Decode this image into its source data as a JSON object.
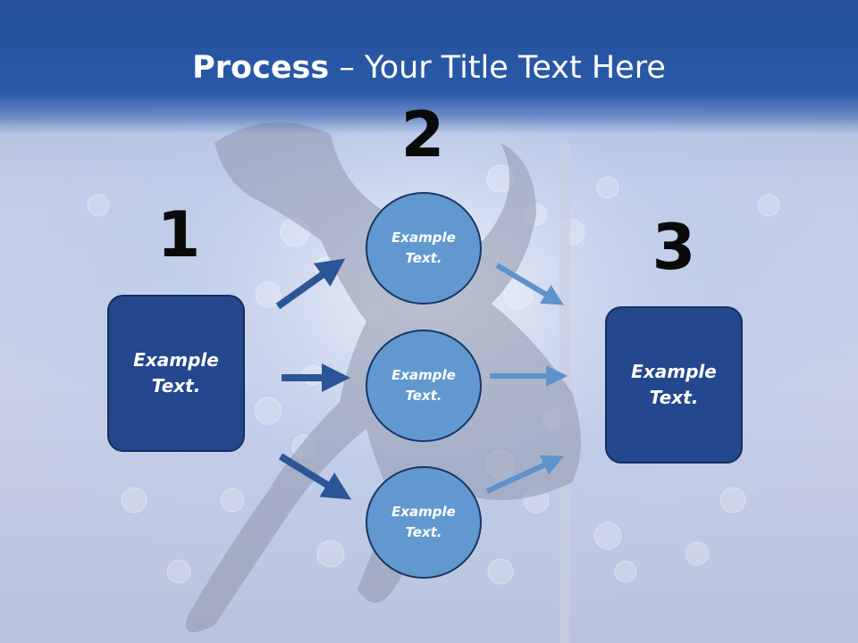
{
  "title": {
    "bold": "Process",
    "rest": " – Your Title Text Here"
  },
  "steps": [
    {
      "number": "1",
      "box_text": "Example Text."
    },
    {
      "number": "2",
      "circles": [
        "Example Text.",
        "Example Text.",
        "Example Text."
      ]
    },
    {
      "number": "3",
      "box_text": "Example Text."
    }
  ],
  "colors": {
    "header": "#2a5aa8",
    "box_fill": "#24478d",
    "circle_fill": "#6198d0",
    "arrow_dark": "#2c5598",
    "arrow_light": "#5e92cd"
  }
}
